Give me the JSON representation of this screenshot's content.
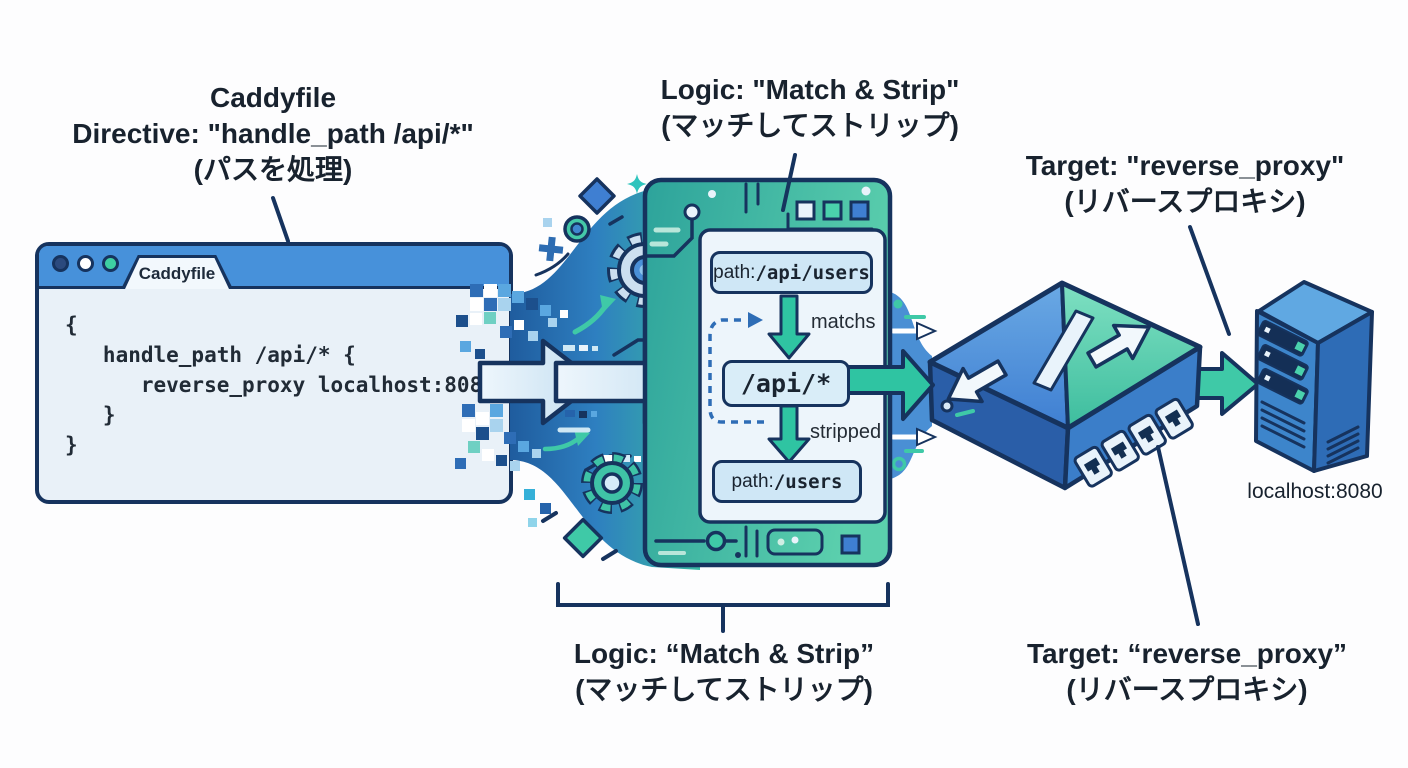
{
  "labels": {
    "caddy_top": {
      "l1": "Caddyfile",
      "l2": "Directive: \"handle_path /api/*\"",
      "l3": "(パスを処理)"
    },
    "logic_top": {
      "l1": "Logic: \"Match & Strip\"",
      "l2": "(マッチしてストリップ)"
    },
    "target_top": {
      "l1": "Target: \"reverse_proxy\"",
      "l2": "(リバースプロキシ)"
    },
    "logic_bottom": {
      "l1": "Logic: “Match & Strip”",
      "l2": "(マッチしてストリップ)"
    },
    "target_bottom": {
      "l1": "Target: “reverse_proxy”",
      "l2": "(リバースプロキシ)"
    }
  },
  "window": {
    "tab": "Caddyfile",
    "code": "{\n   handle_path /api/* {\n      reverse_proxy localhost:8080\n   }\n}"
  },
  "flow": {
    "box1_prefix": "path: ",
    "box1_value": "/api/users",
    "arrow1_label": "matchs",
    "box2_value": "/api/*",
    "arrow2_label": "stripped",
    "box3_prefix": "path: ",
    "box3_value": "/users"
  },
  "server": {
    "label": "localhost:8080"
  },
  "colors": {
    "outline_navy": "#16335e",
    "accent_blue": "#4a90d8",
    "accent_teal": "#3fc9a7",
    "window_titlebar": "#4791da",
    "window_bg": "#e9f1f8",
    "panel_teal": "#45c0a4",
    "inner_panel_bg": "#edf5fb",
    "box_bg": "#cfe7f6"
  }
}
